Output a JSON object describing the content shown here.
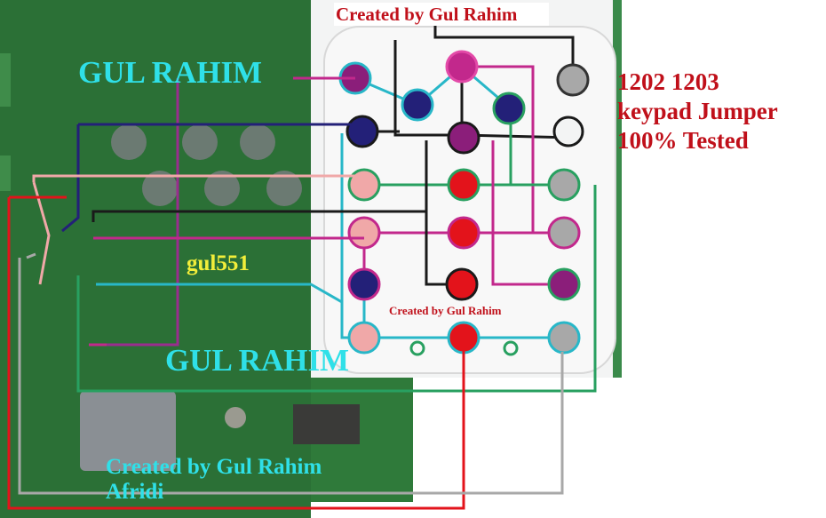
{
  "labels": {
    "top_credit": "Created  by Gul Rahim",
    "gul_rahim_upper": "GUL RAHIM",
    "side_title_1": "1202 1203",
    "side_title_2": "keypad Jumper",
    "side_title_3": "100% Tested",
    "handle": "gul551",
    "mid_credit": "Created by Gul Rahim",
    "gul_rahim_lower": "GUL RAHIM",
    "bottom_credit_1": "Created by Gul Rahim",
    "bottom_credit_2": "Afridi"
  },
  "colors": {
    "pcb_green": "#2f7a3a",
    "keypad_white": "#f3f4f4",
    "trace_red": "#e3131b",
    "trace_green": "#28a060",
    "trace_cyan": "#28b7c8",
    "trace_magenta": "#c2288c",
    "trace_navy": "#232078",
    "trace_pink": "#f0a8a8",
    "trace_gray": "#a8a8a8",
    "trace_black": "#1a1a1a",
    "text_red": "#c0101a",
    "text_cyan": "#2fe0e8",
    "text_yellow": "#f2ee3a"
  }
}
